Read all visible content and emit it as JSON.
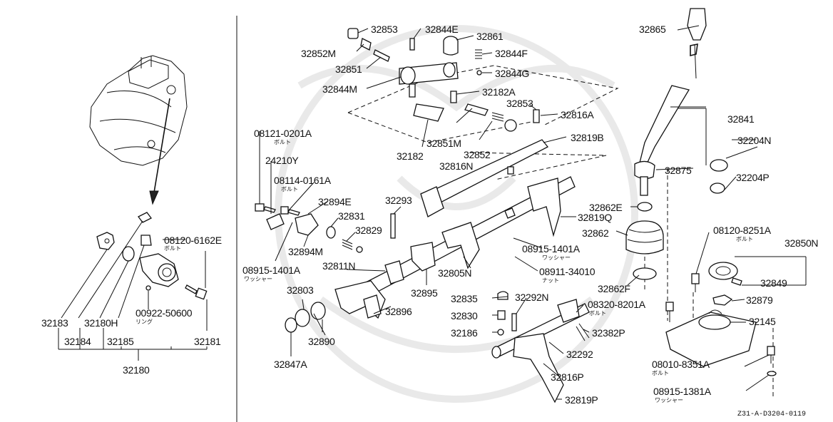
{
  "diagram": {
    "drawing_code": "Z31-A-D3204-0119",
    "left_panel": {
      "labels": [
        "08120-6162E",
        "00922-50600",
        "32183",
        "32184",
        "32180H",
        "32185",
        "32181",
        "32180"
      ],
      "sub_labels": [
        "ボルト",
        "リング"
      ]
    },
    "main_panel": {
      "labels": [
        "32853",
        "32844E",
        "32861",
        "32852M",
        "32844F",
        "32851",
        "32844G",
        "32844M",
        "32182A",
        "32853",
        "32816A",
        "32851M",
        "32852",
        "32182",
        "32816N",
        "32819B",
        "08121-0201A",
        "24210Y",
        "08114-0161A",
        "32894E",
        "32831",
        "32829",
        "32293",
        "32894M",
        "08915-1401A",
        "32811N",
        "32803",
        "32805N",
        "32895",
        "32896",
        "32890",
        "32847A",
        "08915-1401A",
        "08911-34010",
        "32835",
        "32292N",
        "32830",
        "32186",
        "08320-8201A",
        "32382P",
        "32292",
        "32816P",
        "32819P",
        "32865",
        "32841",
        "32204N",
        "32875",
        "32204P",
        "32862E",
        "32819Q",
        "32862",
        "08120-8251A",
        "32850N",
        "32849",
        "32879",
        "32862F",
        "32145",
        "08010-8351A",
        "08915-1381A"
      ],
      "sub_labels": [
        "ボルト",
        "ボルト",
        "ワッシャー",
        "ワッシャー",
        "ナット",
        "ボルト",
        "ボルト",
        "ボルト",
        "ワッシャー"
      ]
    }
  }
}
